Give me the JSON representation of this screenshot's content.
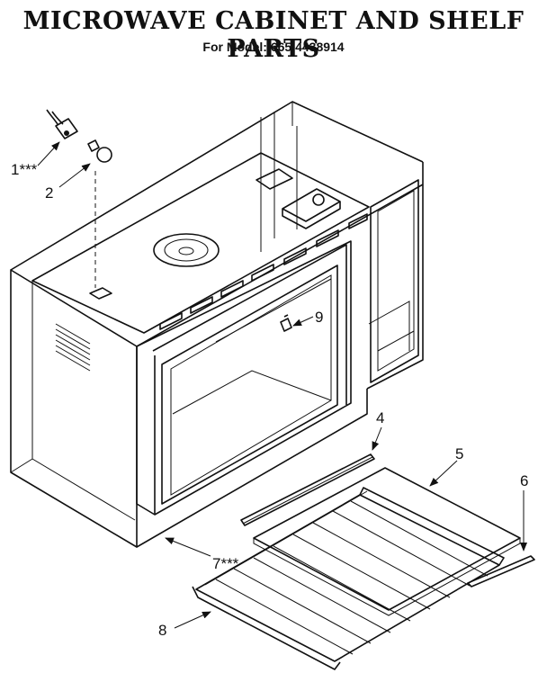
{
  "header": {
    "title": "MICROWAVE CABINET AND SHELF PARTS",
    "subtitle": "For Model: 665.4438914"
  },
  "callouts": [
    {
      "id": "1",
      "label": "1***"
    },
    {
      "id": "2",
      "label": "2"
    },
    {
      "id": "4",
      "label": "4"
    },
    {
      "id": "5",
      "label": "5"
    },
    {
      "id": "6",
      "label": "6"
    },
    {
      "id": "7",
      "label": "7***"
    },
    {
      "id": "8",
      "label": "8"
    },
    {
      "id": "9",
      "label": "9"
    }
  ]
}
